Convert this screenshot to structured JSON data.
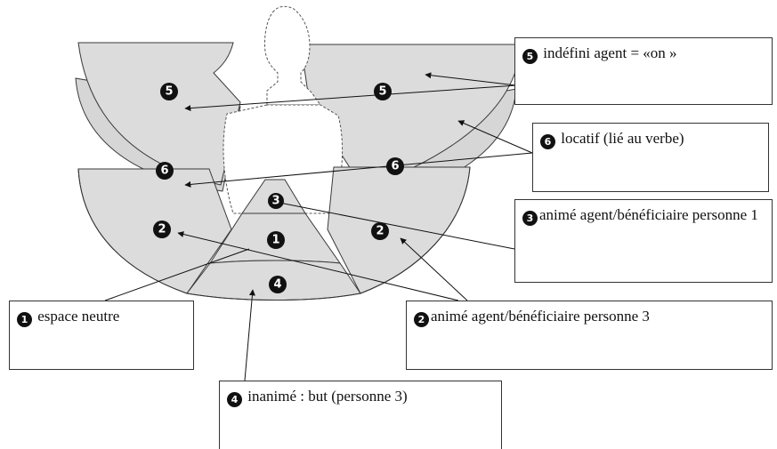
{
  "zone_markers": {
    "neutral": "1",
    "animate_p3": "2",
    "animate_p1": "3",
    "inanimate": "4",
    "indefinite": "5",
    "locative": "6"
  },
  "legend": {
    "box1": {
      "number": "1",
      "text": "espace neutre"
    },
    "box2": {
      "number": "2",
      "text": "animé agent/bénéficiaire personne 3"
    },
    "box3": {
      "number": "3",
      "text": "animé agent/bénéficiaire personne 1"
    },
    "box4": {
      "number": "4",
      "text": "inanimé : but (personne 3)"
    },
    "box5": {
      "number": "5",
      "text": "indéfini agent =  «on »"
    },
    "box6": {
      "number": "6",
      "text": "locatif (lié au verbe)"
    }
  },
  "colors": {
    "sector_fill": "#dcdcdc",
    "line": "#111111",
    "badge": "#111111"
  }
}
